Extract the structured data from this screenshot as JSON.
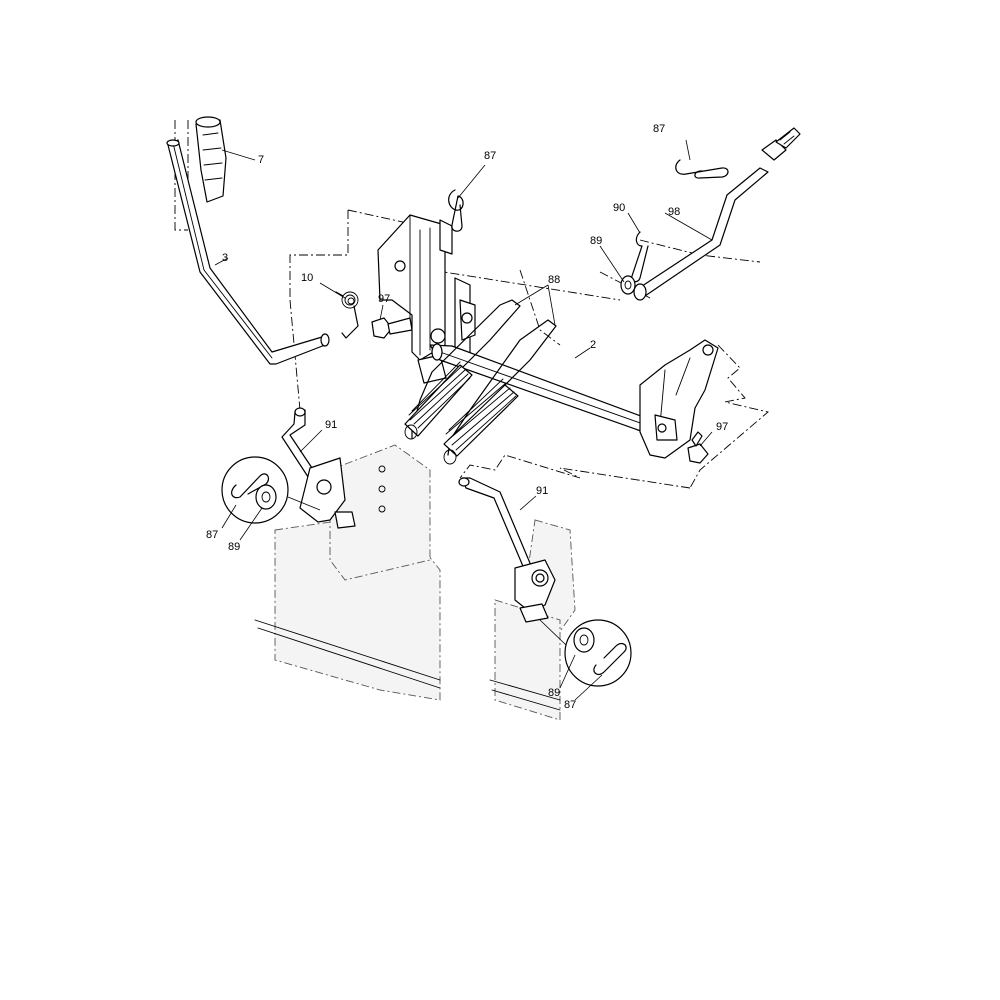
{
  "callouts": {
    "c7": "7",
    "c3": "3",
    "c87_top": "87",
    "c10": "10",
    "c97_left": "97",
    "c88": "88",
    "c2": "2",
    "c87_right": "87",
    "c90": "90",
    "c98": "98",
    "c89_right": "89",
    "c97_right": "97",
    "c91_left": "91",
    "c91_right": "91",
    "c87_detail_left": "87",
    "c89_detail_left": "89",
    "c89_detail_right": "89",
    "c87_detail_right": "87"
  }
}
